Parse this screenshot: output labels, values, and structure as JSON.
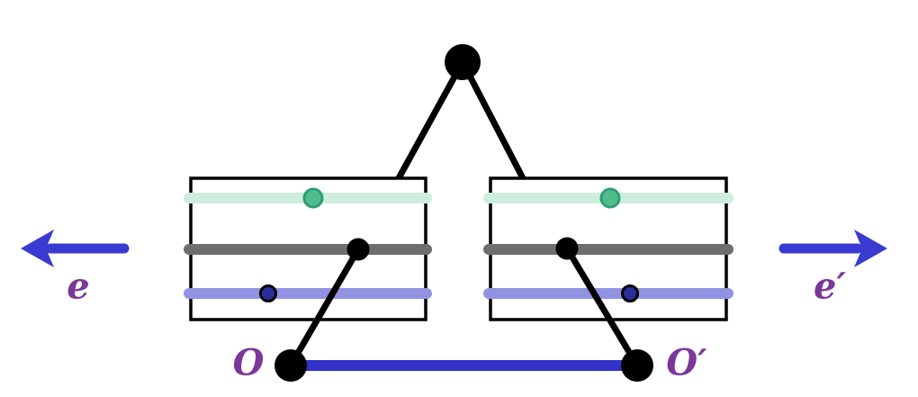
{
  "figure": {
    "background": "#ffffff",
    "labels": {
      "left_arrow_label": "e",
      "right_arrow_label": "e′",
      "left_origin_label": "O",
      "right_origin_label": "O′"
    },
    "icons": {
      "left_arrow": "arrow-left",
      "right_arrow": "arrow-right"
    },
    "colors": {
      "black": "#000000",
      "box_fill": "#ffffff",
      "mint_bar": "#cdeedd",
      "green_dot_fill": "#50bd8e",
      "green_dot_stroke": "#2f9e70",
      "gray_bar": "#6e6e6e",
      "lavender_bar": "#9292e2",
      "navy_dot_fill": "#2c2c9c",
      "arrow_blue": "#3a3ad0",
      "baseline_blue": "#3232c8",
      "label_purple": "#7b3898"
    }
  }
}
